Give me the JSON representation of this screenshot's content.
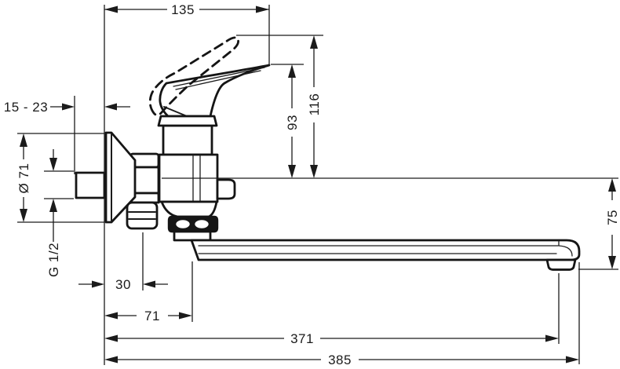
{
  "drawing": {
    "kind": "technical-dimension-drawing",
    "subject": "wall-mounted single-lever bath mixer, side view",
    "colors": {
      "ink": "#1b1b1b",
      "background": "#ffffff"
    },
    "dims": {
      "top_width": {
        "label": "135"
      },
      "wall_offset": {
        "label": "15 - 23"
      },
      "escutcheon_diameter": {
        "label": "Ø 71"
      },
      "thread": {
        "label": "G 1/2"
      },
      "handle_height": {
        "label": "93"
      },
      "handle_height_open": {
        "label": "116"
      },
      "spout_drop": {
        "label": "75"
      },
      "union_offset": {
        "label": "30"
      },
      "spout_axis_offset": {
        "label": "71"
      },
      "spout_reach": {
        "label": "371"
      },
      "total_reach": {
        "label": "385"
      }
    }
  }
}
